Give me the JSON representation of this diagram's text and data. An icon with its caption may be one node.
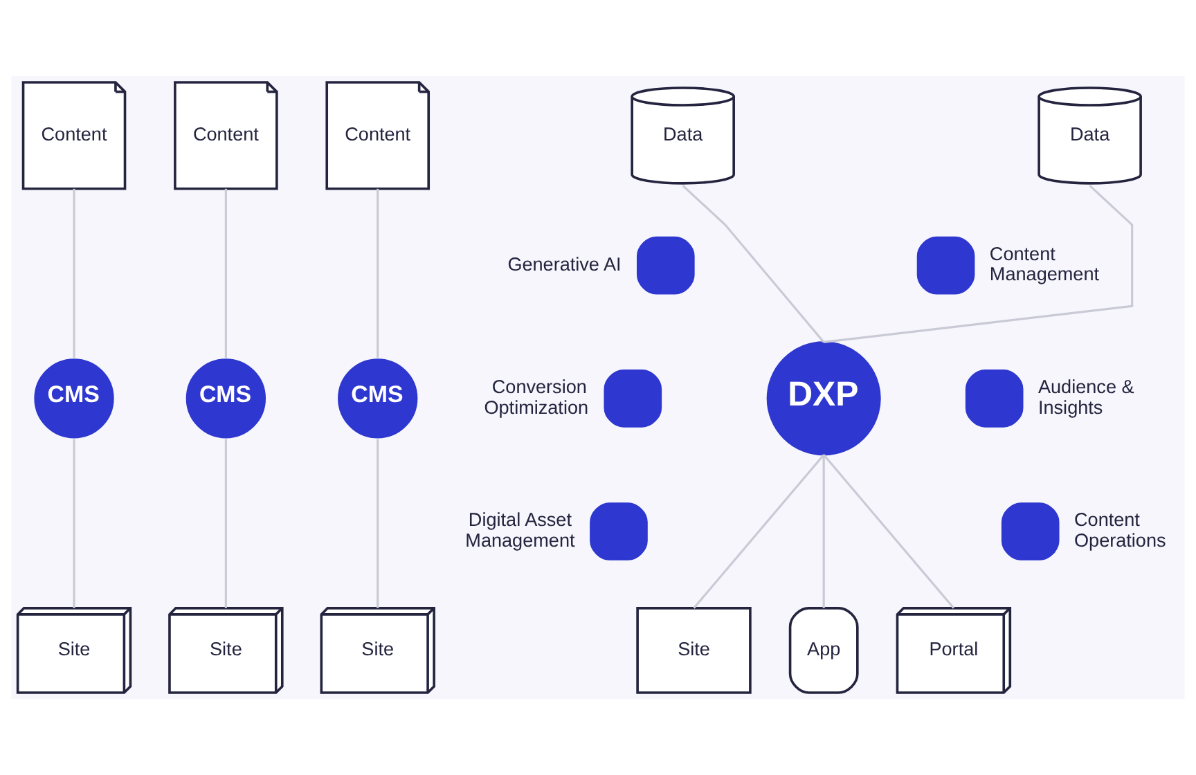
{
  "diagram": {
    "nodes": [
      {
        "text": [
          "Content"
        ]
      },
      {
        "text": [
          "CMS"
        ]
      },
      {
        "text": [
          "Site"
        ]
      },
      {
        "text": [
          "Content"
        ]
      },
      {
        "text": [
          "CMS"
        ]
      },
      {
        "text": [
          "Site"
        ]
      },
      {
        "text": [
          "Content"
        ]
      },
      {
        "text": [
          "CMS"
        ]
      },
      {
        "text": [
          "Site"
        ]
      },
      {
        "text": [
          "Data"
        ]
      },
      {
        "text": [
          "Data"
        ]
      },
      {
        "text": [
          "DXP"
        ]
      },
      {
        "text": [
          "Generative AI"
        ]
      },
      {
        "text": [
          "Content Management"
        ]
      },
      {
        "text": [
          "Conversion Optimization"
        ]
      },
      {
        "text": [
          "Audience & Insights"
        ]
      },
      {
        "text": [
          "Digital Asset Management"
        ]
      },
      {
        "text": [
          "Content Operations"
        ]
      },
      {
        "text": [
          "Site"
        ]
      },
      {
        "text": [
          "App"
        ]
      },
      {
        "text": [
          "Portal"
        ]
      }
    ],
    "edges": [
      {
        "from": 0,
        "to": 1,
        "arrow": "none"
      },
      {
        "from": 1,
        "to": 2,
        "arrow": "none"
      },
      {
        "from": 3,
        "to": 4,
        "arrow": "none"
      },
      {
        "from": 4,
        "to": 5,
        "arrow": "none"
      },
      {
        "from": 6,
        "to": 7,
        "arrow": "none"
      },
      {
        "from": 7,
        "to": 8,
        "arrow": "none"
      },
      {
        "from": 9,
        "to": 11,
        "arrow": "none"
      },
      {
        "from": 10,
        "to": 11,
        "arrow": "none"
      },
      {
        "from": 11,
        "to": 18,
        "arrow": "none"
      },
      {
        "from": 11,
        "to": 19,
        "arrow": "none"
      },
      {
        "from": 11,
        "to": 20,
        "arrow": "none"
      }
    ]
  }
}
